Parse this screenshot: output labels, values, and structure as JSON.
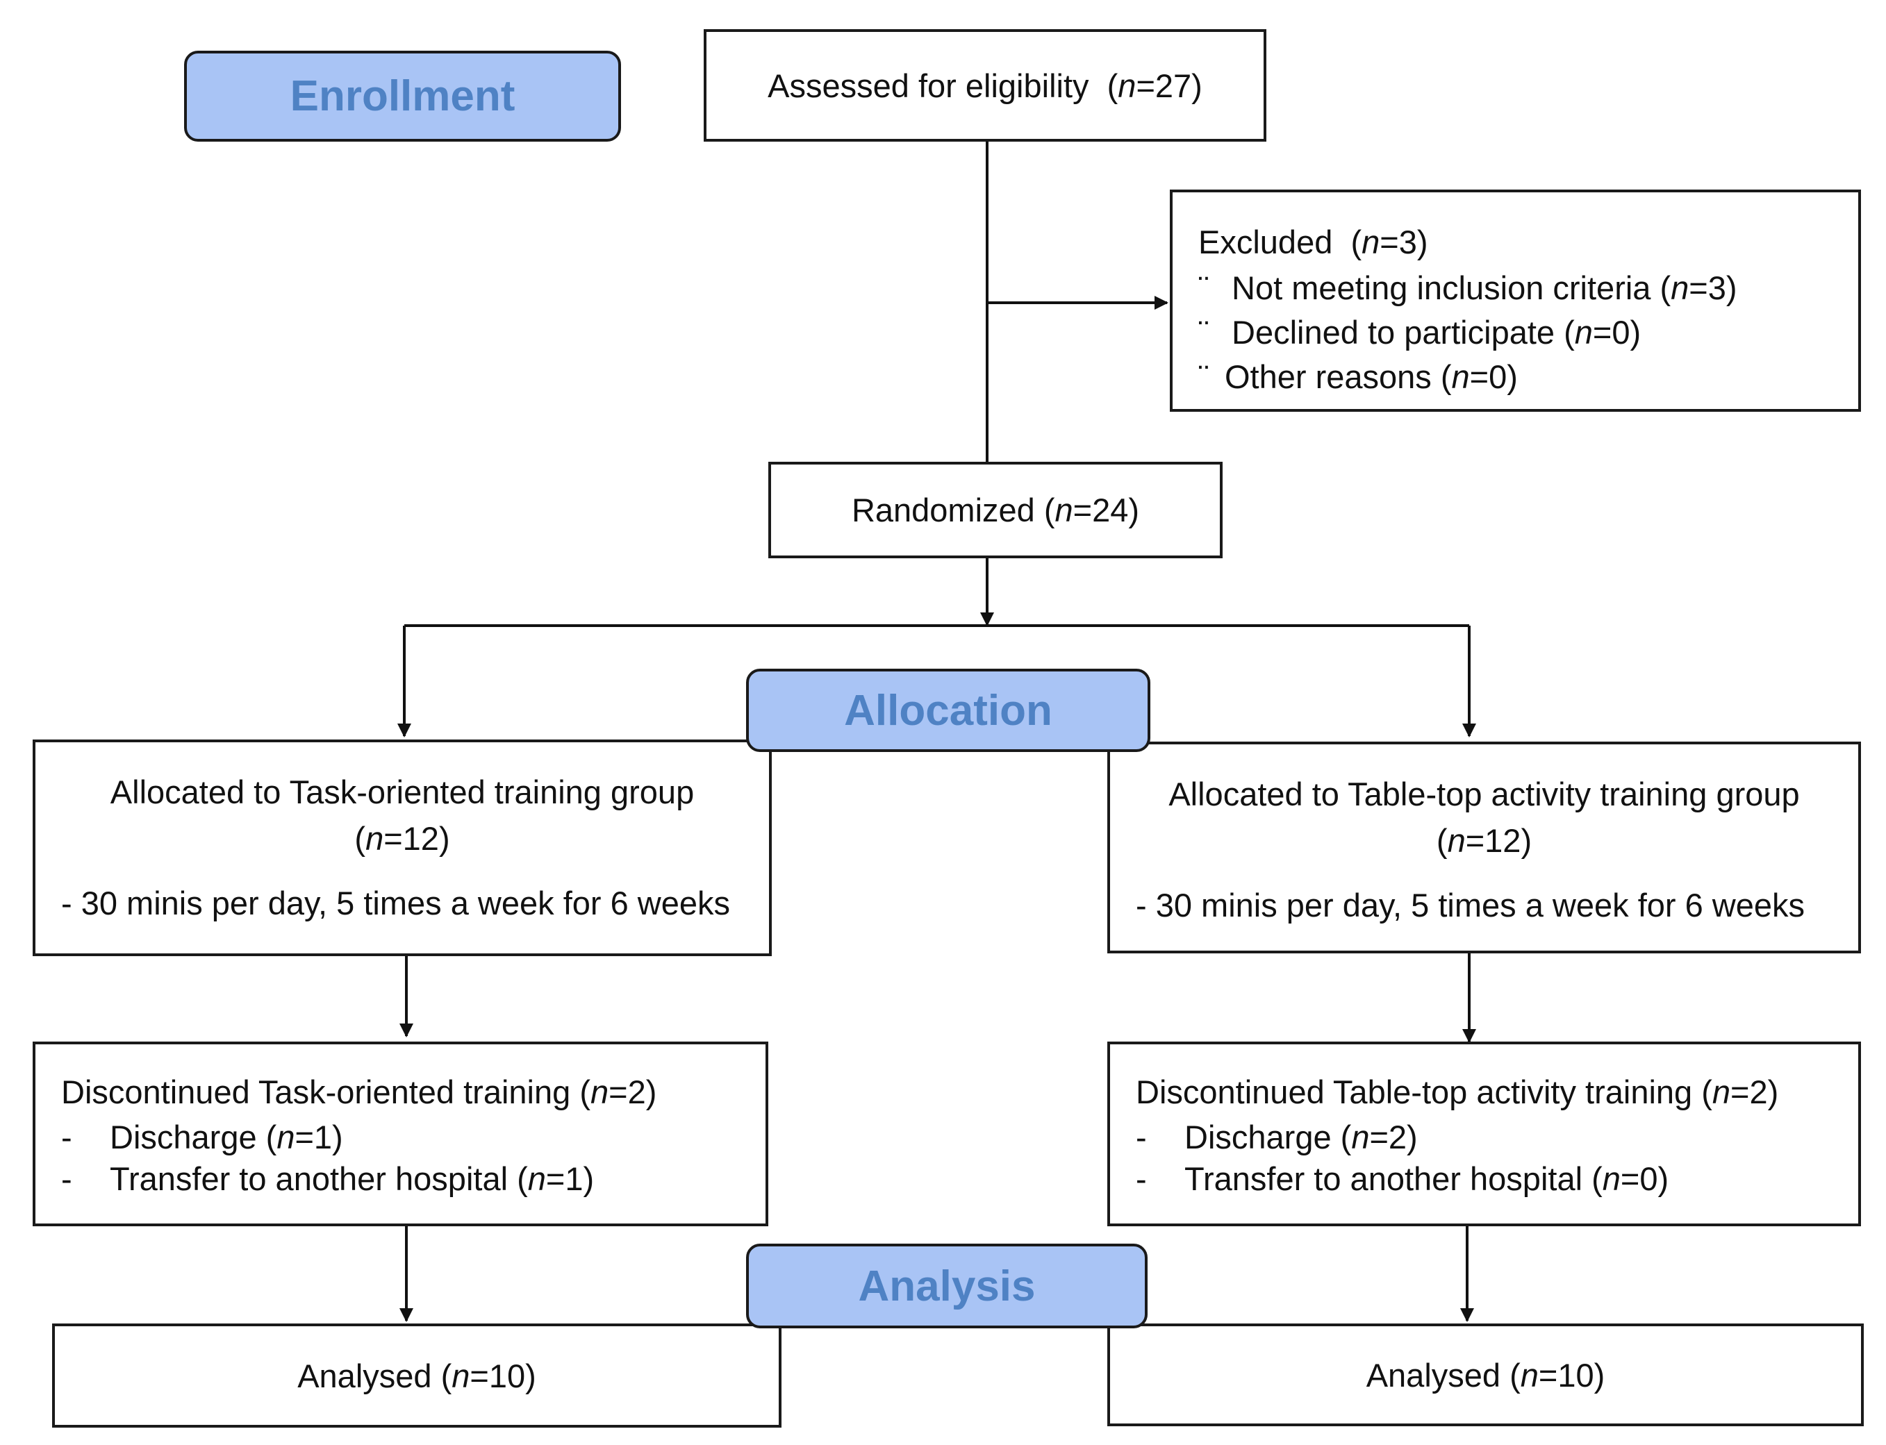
{
  "stages": {
    "enrollment": "Enrollment",
    "allocation": "Allocation",
    "analysis": "Analysis"
  },
  "n_label": "n",
  "assessed": {
    "label": "Assessed for eligibility",
    "n": "=27"
  },
  "excluded": {
    "label": "Excluded",
    "n": "=3",
    "bullet": "¨",
    "items": [
      {
        "label": "Not meeting inclusion criteria",
        "n": "=3"
      },
      {
        "label": "Declined to participate",
        "n": "=0"
      },
      {
        "label": "Other reasons",
        "n": "=0"
      }
    ]
  },
  "randomized": {
    "label": "Randomized",
    "n": "=24"
  },
  "allocated": [
    {
      "label": "Allocated to Task-oriented training group",
      "n": "=12",
      "detail": "- 30 minis per day, 5 times a week for 6 weeks"
    },
    {
      "label": "Allocated to Table-top activity training group",
      "n": "=12",
      "detail": "- 30 minis per day, 5 times a week for 6 weeks"
    }
  ],
  "discontinued": [
    {
      "label": "Discontinued Task-oriented training",
      "n": "=2",
      "dash": "-",
      "items": [
        {
          "label": "Discharge",
          "n": "=1"
        },
        {
          "label": "Transfer to another hospital",
          "n": "=1"
        }
      ]
    },
    {
      "label": "Discontinued Table-top activity training",
      "n": "=2",
      "dash": "-",
      "items": [
        {
          "label": "Discharge",
          "n": "=2"
        },
        {
          "label": "Transfer to another hospital",
          "n": "=0"
        }
      ]
    }
  ],
  "analysed": [
    {
      "label": "Analysed",
      "n": "=10"
    },
    {
      "label": "Analysed",
      "n": "=10"
    }
  ]
}
